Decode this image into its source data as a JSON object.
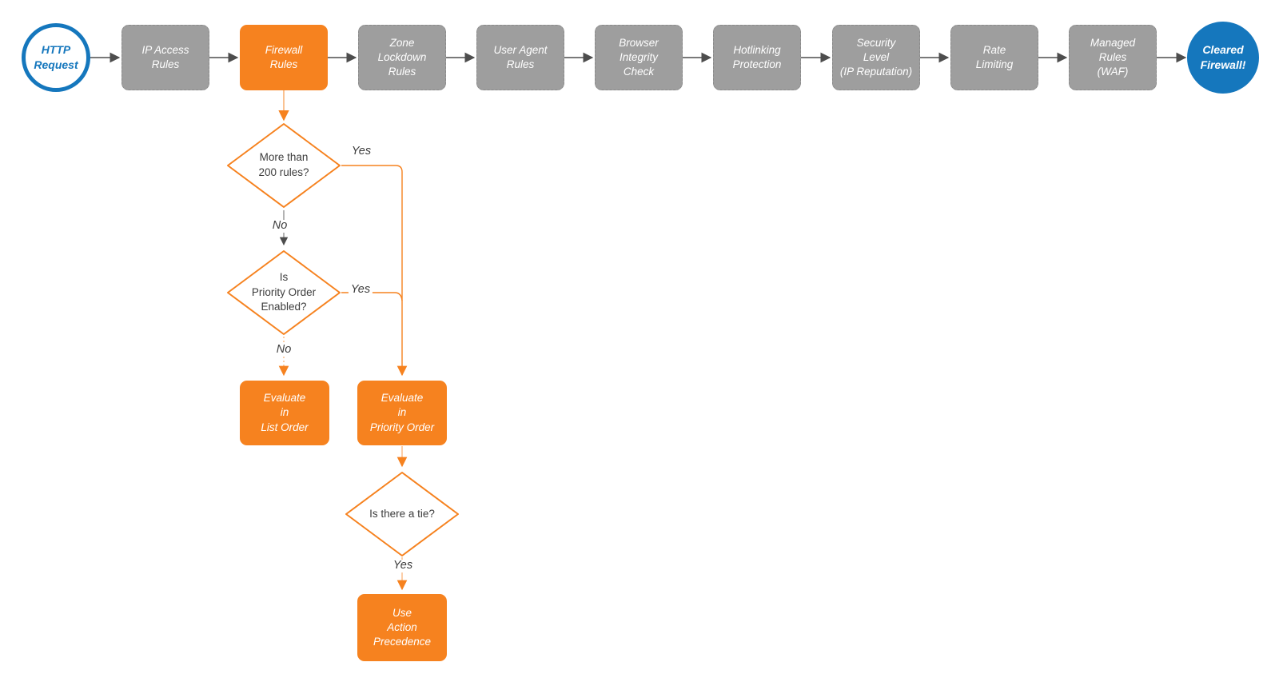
{
  "colors": {
    "accent_orange": "#f6821f",
    "node_gray": "#9e9e9e",
    "terminal_blue": "#1577bd",
    "connector_dark": "#4d4d4d",
    "text_dark": "#3d3d3d",
    "background": "#ffffff"
  },
  "flow": {
    "start": {
      "label": "HTTP\nRequest"
    },
    "end": {
      "label": "Cleared\nFirewall!"
    },
    "pipeline": [
      {
        "label": "IP Access\nRules"
      },
      {
        "label": "Firewall\nRules"
      },
      {
        "label": "Zone\nLockdown\nRules"
      },
      {
        "label": "User Agent\nRules"
      },
      {
        "label": "Browser\nIntegrity\nCheck"
      },
      {
        "label": "Hotlinking\nProtection"
      },
      {
        "label": "Security\nLevel\n(IP Reputation)"
      },
      {
        "label": "Rate\nLimiting"
      },
      {
        "label": "Managed\nRules\n(WAF)"
      }
    ],
    "decisions": [
      {
        "label": "More than\n200 rules?"
      },
      {
        "label": "Is\nPriority Order\nEnabled?"
      },
      {
        "label": "Is there a tie?"
      }
    ],
    "actions": [
      {
        "label": "Evaluate\nin\nList Order"
      },
      {
        "label": "Evaluate\nin\nPriority Order"
      },
      {
        "label": "Use\nAction\nPrecedence"
      }
    ],
    "edge_labels": {
      "yes1": "Yes",
      "no1": "No",
      "yes2": "Yes",
      "no2": "No",
      "yes3": "Yes"
    }
  }
}
